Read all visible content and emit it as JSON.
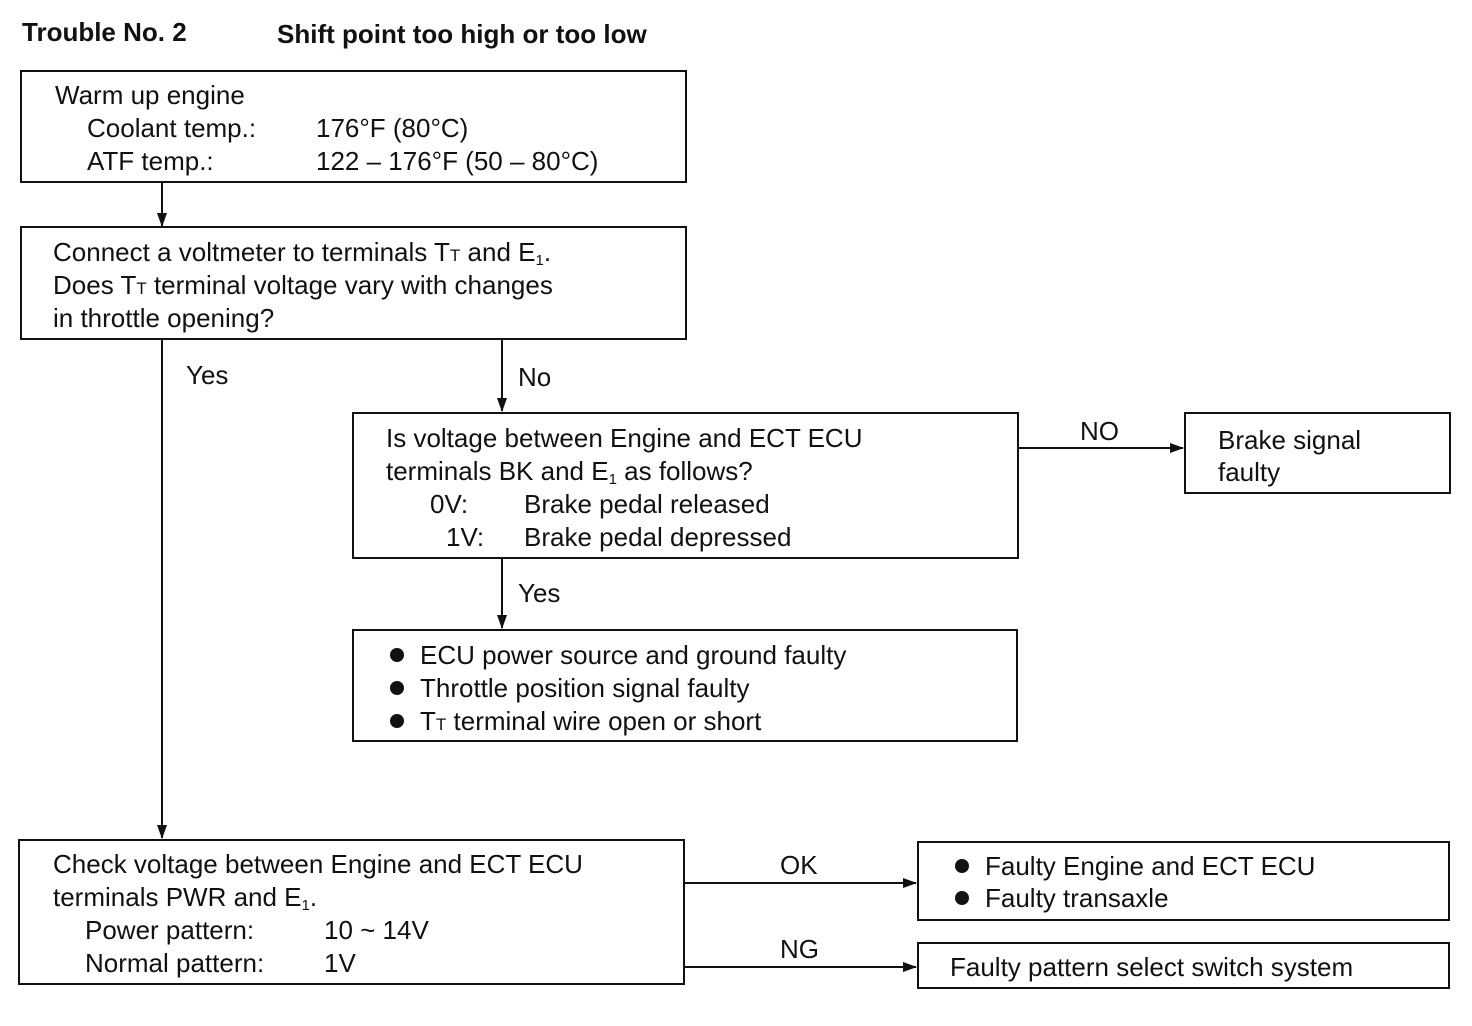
{
  "header": {
    "trouble": "Trouble No. 2",
    "title": "Shift point too high or too low"
  },
  "box1": {
    "line1": "Warm up engine",
    "coolant_label": "Coolant temp.:",
    "coolant_value": "176°F (80°C)",
    "atf_label": "ATF temp.:",
    "atf_value": "122 – 176°F (50 – 80°C)"
  },
  "box2": {
    "l1_a": "Connect a voltmeter to terminals T",
    "l1_b": "T",
    "l1_c": " and E",
    "l1_d": "1",
    "l1_e": ".",
    "l2_a": "Does T",
    "l2_b": "T",
    "l2_c": " terminal voltage vary with changes",
    "l3": "in throttle opening?"
  },
  "box3": {
    "l1": "Is voltage between Engine and ECT ECU",
    "l2_a": "terminals BK and E",
    "l2_b": "1",
    "l2_c": " as follows?",
    "r1_v": "0V:",
    "r1_t": "Brake pedal released",
    "r2_v": "1V:",
    "r2_t": "Brake pedal depressed"
  },
  "box4": {
    "l1": "Brake signal",
    "l2": "faulty"
  },
  "box5": {
    "b1": "ECU power source and ground faulty",
    "b2": "Throttle position signal faulty",
    "b3_a": "T",
    "b3_b": "T",
    "b3_c": " terminal wire open or short"
  },
  "box6": {
    "l1": "Check voltage between Engine and ECT ECU",
    "l2_a": "terminals PWR and E",
    "l2_b": "1",
    "l2_c": ".",
    "p1_label": "Power pattern:",
    "p1_value": "10 ~ 14V",
    "p2_label": "Normal pattern:",
    "p2_value": "1V"
  },
  "box7": {
    "b1": "Faulty Engine and ECT ECU",
    "b2": "Faulty transaxle"
  },
  "box8": {
    "l1": "Faulty pattern select switch system"
  },
  "edges": {
    "yes1": "Yes",
    "no1": "No",
    "no2": "NO",
    "yes2": "Yes",
    "ok": "OK",
    "ng": "NG"
  }
}
